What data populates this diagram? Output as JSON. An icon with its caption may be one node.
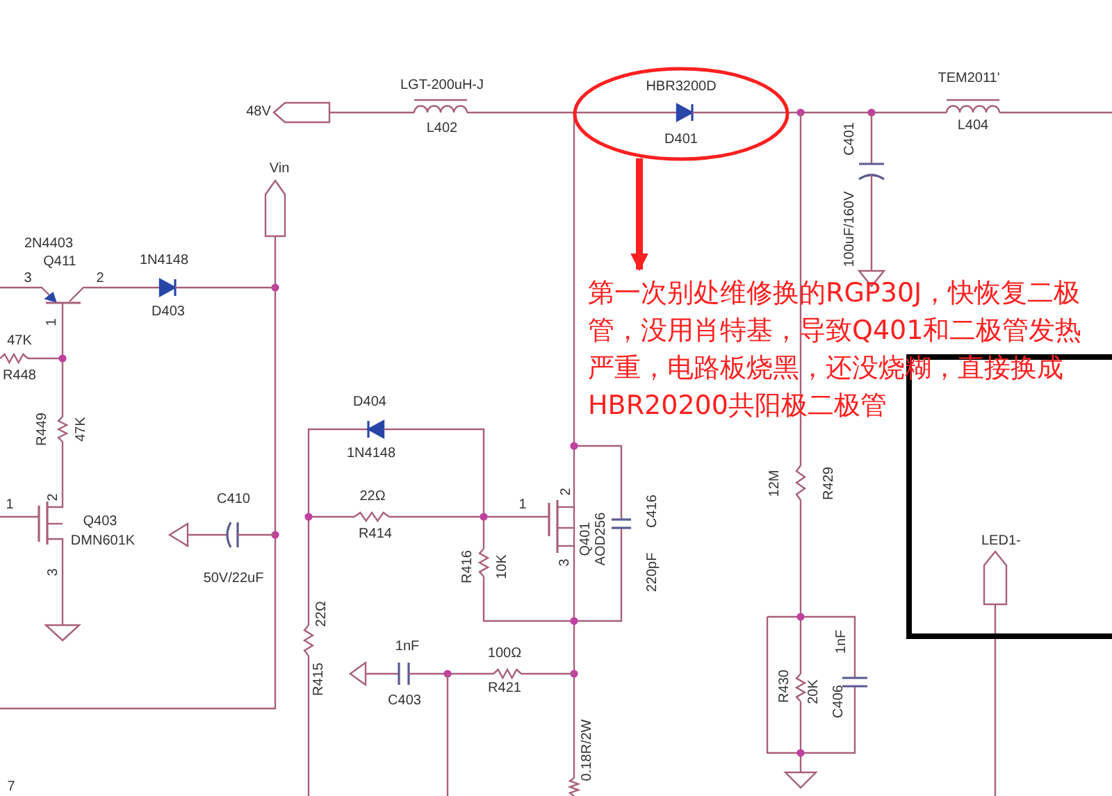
{
  "diagram": {
    "nodes": [
      {
        "text": [
          "HBR3200D",
          "D401"
        ]
      },
      {
        "text": [
          "第一次别处维修换的RGP30J，快恢复二极管，没用肖特基，导致Q401和二极管发热严重，电路板烧黑，还没烧糊，直接换成HBR20200共阳极二极管"
        ]
      },
      {
        "text": [
          "LED1-"
        ]
      }
    ],
    "edges": [
      {
        "from": 0,
        "to": 1,
        "arrow": "to",
        "color": "#ff2020"
      }
    ],
    "labels": [
      "LGT-200uH-J",
      "48V",
      "L402",
      "TEM2011'",
      "L404",
      "C401",
      "Vin",
      "100uF/160V",
      "2N4403",
      "Q411",
      "3",
      "2",
      "1N4148",
      "D403",
      "1",
      "47K",
      "R448",
      "R449",
      "47K",
      "D404",
      "1N4148",
      "22Ω",
      "R414",
      "1",
      "2",
      "1",
      "Q403",
      "DMN601K",
      "3",
      "C410",
      "2",
      "Q401",
      "AOD256",
      "C416",
      "12M",
      "R429",
      "R416",
      "10K",
      "3",
      "220pF",
      "50V/22uF",
      "22Ω",
      "1nF",
      "100Ω",
      "1nF",
      "R415",
      "C403",
      "R421",
      "R430",
      "20K",
      "C406",
      "0.18R/2W",
      "7"
    ]
  }
}
